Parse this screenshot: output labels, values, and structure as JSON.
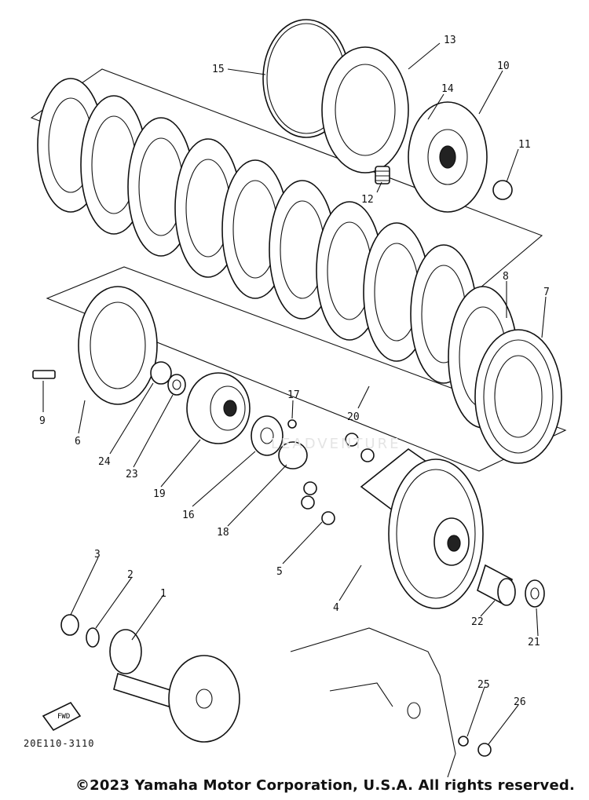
{
  "diagram": {
    "code": "20E110-3110",
    "copyright": "©2023 Yamaha Motor Corporation, U.S.A. All rights reserved.",
    "fwd_label": "FWD",
    "watermark": "LEADVENTURE",
    "callouts": [
      {
        "id": "1",
        "text": "1"
      },
      {
        "id": "2",
        "text": "2"
      },
      {
        "id": "3",
        "text": "3"
      },
      {
        "id": "4",
        "text": "4"
      },
      {
        "id": "5",
        "text": "5"
      },
      {
        "id": "6",
        "text": "6"
      },
      {
        "id": "7",
        "text": "7"
      },
      {
        "id": "8",
        "text": "8"
      },
      {
        "id": "9",
        "text": "9"
      },
      {
        "id": "10",
        "text": "10"
      },
      {
        "id": "11",
        "text": "11"
      },
      {
        "id": "12",
        "text": "12"
      },
      {
        "id": "13",
        "text": "13"
      },
      {
        "id": "14",
        "text": "14"
      },
      {
        "id": "15",
        "text": "15"
      },
      {
        "id": "16",
        "text": "16"
      },
      {
        "id": "17",
        "text": "17"
      },
      {
        "id": "18",
        "text": "18"
      },
      {
        "id": "19",
        "text": "19"
      },
      {
        "id": "20",
        "text": "20"
      },
      {
        "id": "21",
        "text": "21"
      },
      {
        "id": "22",
        "text": "22"
      },
      {
        "id": "23",
        "text": "23"
      },
      {
        "id": "24",
        "text": "24"
      },
      {
        "id": "25",
        "text": "25"
      },
      {
        "id": "26",
        "text": "26"
      }
    ]
  }
}
